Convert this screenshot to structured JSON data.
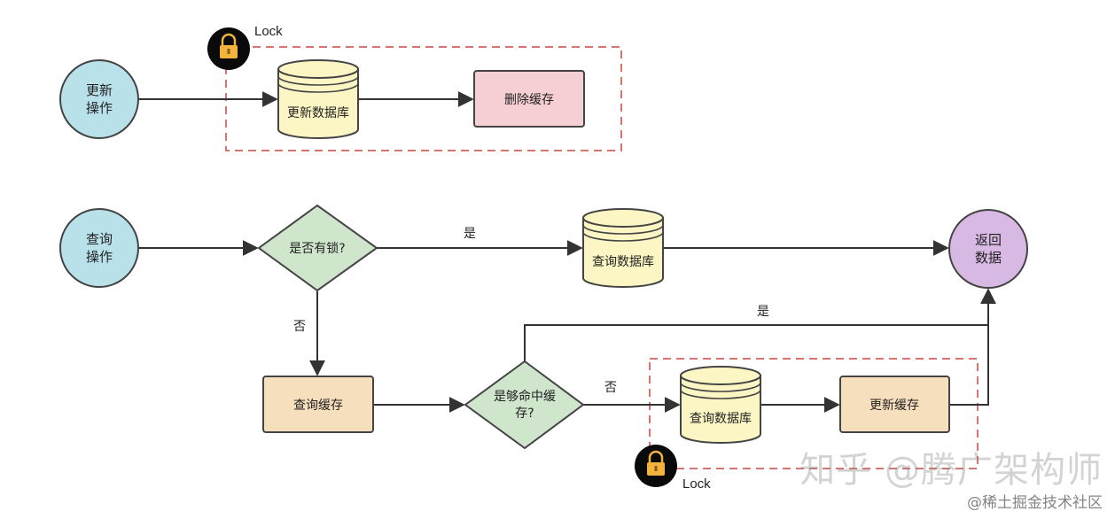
{
  "colors": {
    "blue_circle": "#b8e1ea",
    "purple_circle": "#d8b9e3",
    "db_fill": "#fcf6c4",
    "pink_box": "#f5cfd3",
    "tan_box": "#f6dfbc",
    "diamond": "#cfe5cc",
    "dashed": "#d5756f"
  },
  "icons": [
    "lock-icon"
  ],
  "nodes": {
    "update_op": [
      "更新",
      "操作"
    ],
    "update_db": "更新数据库",
    "delete_cache": "删除缓存",
    "query_op": [
      "查询",
      "操作"
    ],
    "has_lock": "是否有锁?",
    "query_db_top": "查询数据库",
    "return_data": [
      "返回",
      "数据"
    ],
    "query_cache": "查询缓存",
    "hit_cache": [
      "是够命中缓",
      "存?"
    ],
    "query_db_bottom": "查询数据库",
    "update_cache": "更新缓存"
  },
  "edge_labels": {
    "yes_top": "是",
    "no_down": "否",
    "yes_hit": "是",
    "no_hit": "否"
  },
  "lock_labels": {
    "top": "Lock",
    "bottom": "Lock"
  },
  "watermarks": {
    "main": "知乎 @腾广架构师",
    "sub": "@稀土掘金技术社区"
  }
}
